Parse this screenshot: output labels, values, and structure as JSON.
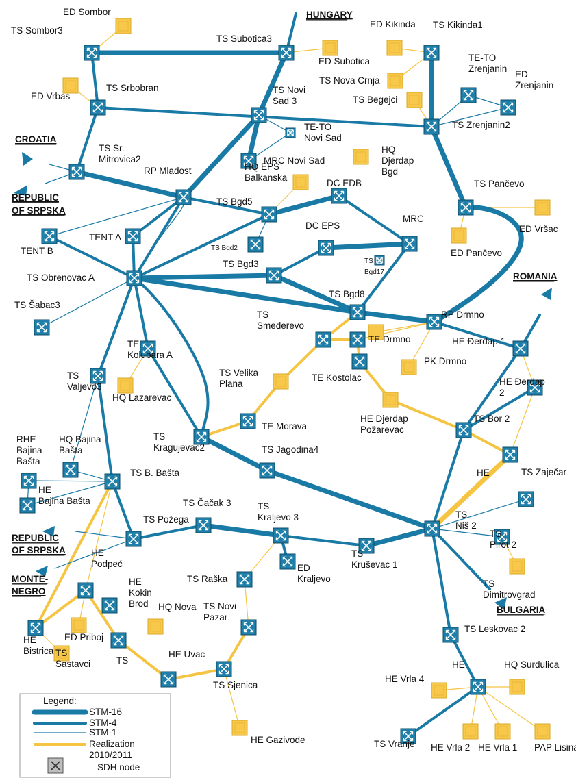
{
  "countries": [
    "HUNGARY",
    "CROATIA",
    "REPUBLIC",
    "OF SRPSKA",
    "ROMANIA",
    "REPUBLIC",
    "OF SRPSKA",
    "MONTE-",
    "NEGRO",
    "BULGARIA"
  ],
  "legend": {
    "title": "Legend:",
    "items": [
      "STM-16",
      "STM-4",
      "STM-1",
      "Realization",
      "2010/2011",
      "SDH node"
    ]
  },
  "colors": {
    "stm": "#1a7aa6",
    "realization": "#f5c443",
    "node_fill": "#1f7fa8",
    "device_fill": "#f7c84a"
  },
  "nodes": [
    [
      "TS Sombor3"
    ],
    [
      "TS Srbobran"
    ],
    [
      "TS Sr.",
      "Mitrovica2"
    ],
    [
      "RP Mladost"
    ],
    [
      "TS Subotica3"
    ],
    [
      "TS Novi",
      "Sad 3"
    ],
    [
      "TE-TO",
      "Novi Sad"
    ],
    [
      "MRC Novi Sad"
    ],
    [
      "TS Kikinda1"
    ],
    [
      "TE-TO",
      "Zrenjanin"
    ],
    [
      "ED",
      "Zrenjanin"
    ],
    [
      "TS Zrenjanin2"
    ],
    [
      "TS Pančevo"
    ],
    [
      "TS Bgd5"
    ],
    [
      "DC EDB"
    ],
    [
      "TS Bgd2"
    ],
    [
      "DC EPS"
    ],
    [
      "MRC"
    ],
    [
      "TS",
      "Bgd17"
    ],
    [
      "TS Bgd3"
    ],
    [
      "TS Bgd8"
    ],
    [
      "TENT B"
    ],
    [
      "TENT A"
    ],
    [
      "TS Obrenovac A"
    ],
    [
      "TS Šabac3"
    ],
    [
      "RP Drmno"
    ],
    [
      "HE Đerdap 1"
    ],
    [
      "TS",
      "Smederevo"
    ],
    [
      "TE Drmno"
    ],
    [
      "TE Kostolac"
    ],
    [
      "TE",
      "Kolubara A"
    ],
    [
      "TS",
      "Valjevo3"
    ],
    [
      "TE Morava"
    ],
    [
      "TS",
      "Kragujevac2"
    ],
    [
      "TS Jagodina4"
    ],
    [
      "HE Đerdap",
      "2"
    ],
    [
      "TS Bor 2"
    ],
    [
      "TS Zaječar"
    ],
    [
      "RHE",
      "Bajina",
      "Bašta"
    ],
    [
      "HE",
      "Bajina Bašta"
    ],
    [
      "HQ Bajina",
      "Bašta"
    ],
    [
      "TS B. Bašta"
    ],
    [
      "TS Požega"
    ],
    [
      "TS Čačak 3"
    ],
    [
      "TS",
      "Kraljevo 3"
    ],
    [
      "ED",
      "Kraljevo"
    ],
    [
      "TS",
      "Kruševac 1"
    ],
    [
      "TS",
      "Niš 2"
    ],
    [
      "HE"
    ],
    [
      "TS",
      "Pirot 2"
    ],
    [
      "HE",
      "Podpeć"
    ],
    [
      "HE",
      "Kokin",
      "Brod"
    ],
    [
      "HE",
      "Bistrica"
    ],
    [
      "TS"
    ],
    [
      "HE Uvac"
    ],
    [
      "TS Sjenica"
    ],
    [
      "TS Novi",
      "Pazar"
    ],
    [
      "TS Raška"
    ],
    [
      "TS Leskovac 2"
    ],
    [
      "HE"
    ],
    [
      "TS Vranje"
    ]
  ],
  "devices": [
    [
      "ED Sombor"
    ],
    [
      "ED Vrbas"
    ],
    [
      "ED Subotica"
    ],
    [
      "ED Kikinda"
    ],
    [
      "TS Nova Crnja"
    ],
    [
      "TS Begejci"
    ],
    [
      "HQ",
      "Djerdap",
      "Bgd"
    ],
    [
      "HQ EPS",
      "Balkanska"
    ],
    [
      "ED Vršac"
    ],
    [
      "ED Pančevo"
    ],
    [
      "PK Drmno"
    ],
    [
      "TS Velika",
      "Plana"
    ],
    [
      "HE Djerdap",
      "Požarevac"
    ],
    [
      "HQ Lazarevac"
    ],
    [
      "TS",
      "Dimitrovgrad"
    ],
    [
      "ED Priboj"
    ],
    [
      "TS",
      "Sastavci"
    ],
    [
      "HQ Nova"
    ],
    [
      "HE Gazivode"
    ],
    [
      "HE Vrla 4"
    ],
    [
      "HQ Surdulica"
    ],
    [
      "HE Vrla 2"
    ],
    [
      "HE Vrla 1"
    ],
    [
      "PAP Lisina"
    ],
    [
      ""
    ]
  ]
}
